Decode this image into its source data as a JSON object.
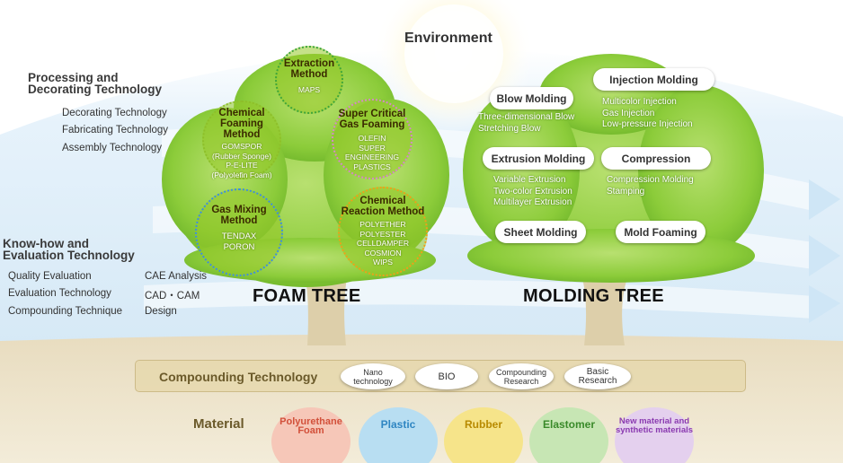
{
  "environment": "Environment",
  "processing": {
    "title_line1": "Processing and",
    "title_line2": "Decorating Technology",
    "items": [
      "Decorating Technology",
      "Fabricating Technology",
      "Assembly Technology"
    ]
  },
  "knowhow": {
    "title_line1": "Know-how and",
    "title_line2": "Evaluation Technology",
    "left_items": [
      "Quality Evaluation",
      "Evaluation Technology",
      "Compounding Technique"
    ],
    "right_items": [
      "CAE Analysis",
      "CAD・CAM",
      "Design"
    ]
  },
  "foam_tree": {
    "title": "FOAM TREE",
    "extraction": {
      "title": [
        "Extraction",
        "Method"
      ],
      "items": [
        "MAPS"
      ]
    },
    "chemical_foaming": {
      "title": [
        "Chemical",
        "Foaming Method"
      ],
      "items": [
        "GOMSPOR",
        "(Rubber Sponge)",
        "P-E-LITE",
        "(Polyolefin Foam)"
      ]
    },
    "super_critical": {
      "title": [
        "Super Critical",
        "Gas Foaming"
      ],
      "items": [
        "OLEFIN",
        "SUPER",
        "ENGINEERING",
        "PLASTICS"
      ]
    },
    "gas_mixing": {
      "title": [
        "Gas Mixing",
        "Method"
      ],
      "items": [
        "TENDAX",
        "PORON"
      ]
    },
    "chemical_reaction": {
      "title": [
        "Chemical",
        "Reaction Method"
      ],
      "items": [
        "POLYETHER",
        "POLYESTER",
        "CELLDAMPER",
        "COSMION",
        "WIPS"
      ]
    }
  },
  "molding_tree": {
    "title": "MOLDING TREE",
    "blow": {
      "label": "Blow Molding",
      "items": [
        "Three-dimensional Blow",
        "Stretching Blow"
      ]
    },
    "injection": {
      "label": "Injection Molding",
      "items": [
        "Multicolor Injection",
        "Gas Injection",
        "Low-pressure Injection"
      ]
    },
    "extrusion": {
      "label": "Extrusion Molding",
      "items": [
        "Variable Extrusion",
        "Two-color Extrusion",
        "Multilayer Extrusion"
      ]
    },
    "compression": {
      "label": "Compression",
      "items": [
        "Compression Molding",
        "Stamping"
      ]
    },
    "sheet": {
      "label": "Sheet Molding"
    },
    "mold_foaming": {
      "label": "Mold Foaming"
    }
  },
  "compounding": {
    "label": "Compounding Technology",
    "items": [
      [
        "Nano",
        "technology"
      ],
      [
        "BIO"
      ],
      [
        "Compounding",
        "Research"
      ],
      [
        "Basic",
        "Research"
      ]
    ]
  },
  "material": {
    "label": "Material",
    "items": [
      {
        "name": [
          "Polyurethane",
          "Foam"
        ],
        "color": "#f6c7b8",
        "text": "#d2503a"
      },
      {
        "name": [
          "Plastic"
        ],
        "color": "#b8def2",
        "text": "#2f86c2"
      },
      {
        "name": [
          "Rubber"
        ],
        "color": "#f6e48a",
        "text": "#b88a00"
      },
      {
        "name": [
          "Elastomer"
        ],
        "color": "#c7e6b4",
        "text": "#3a8a2a"
      },
      {
        "name": [
          "New material and",
          "synthetic materials"
        ],
        "color": "#e4d0ee",
        "text": "#8a3ab0"
      }
    ]
  },
  "colors": {
    "leaf": "#8ccc3a",
    "trunk": "#d9c9a2",
    "ground": "#e8dcbf",
    "sky": "#a9d3ef"
  }
}
